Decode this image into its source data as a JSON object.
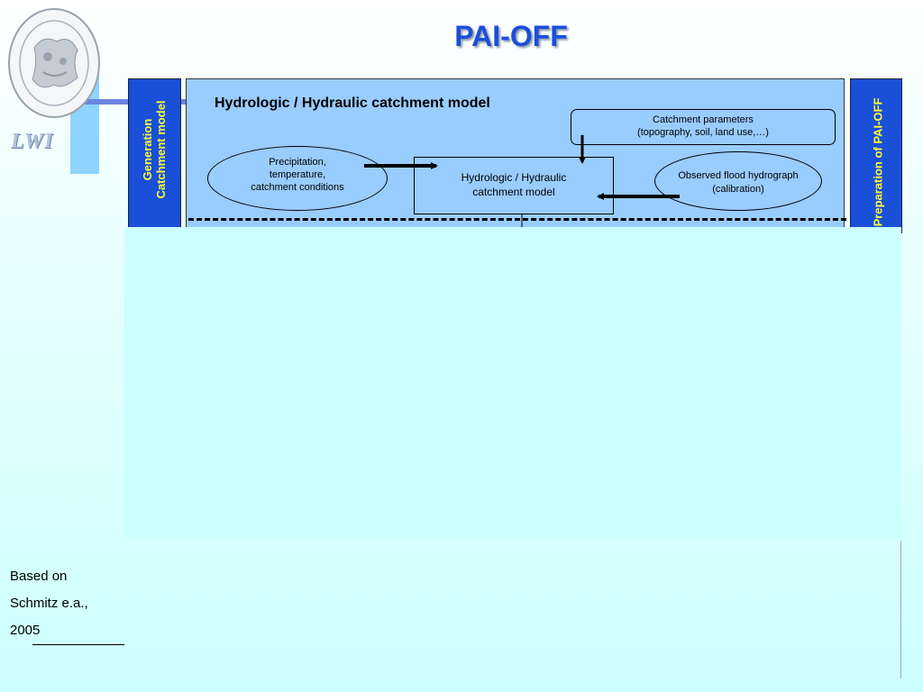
{
  "slide": {
    "title": "PAI-OFF",
    "logo_text": "LWI",
    "left_strip": {
      "line1": "Generation",
      "line2": "Catchment model"
    },
    "right_strip": {
      "text": "Preparation of PAI-OFF"
    },
    "box_title": "Hydrologic / Hydraulic catchment model",
    "catchment_parameters": {
      "line1": "Catchment parameters",
      "line2": "(topography, soil, land use,…)"
    },
    "precipitation": {
      "line1": "Precipitation,",
      "line2": "temperature,",
      "line3": "catchment conditions"
    },
    "model": {
      "line1": "Hydrologic / Hydraulic",
      "line2": "catchment model"
    },
    "observed": {
      "line1": "Observed flood hydrograph",
      "line2": "(calibration)"
    },
    "footnote": {
      "line1": "Based on",
      "line2": "Schmitz e.a.,",
      "line3": "2005"
    }
  },
  "colors": {
    "title": "#1a4fd8",
    "strip": "#1a4fd8",
    "strip_text": "#ffff33",
    "box_fill": "#99ccff",
    "background_bottom": "#ccffff"
  }
}
